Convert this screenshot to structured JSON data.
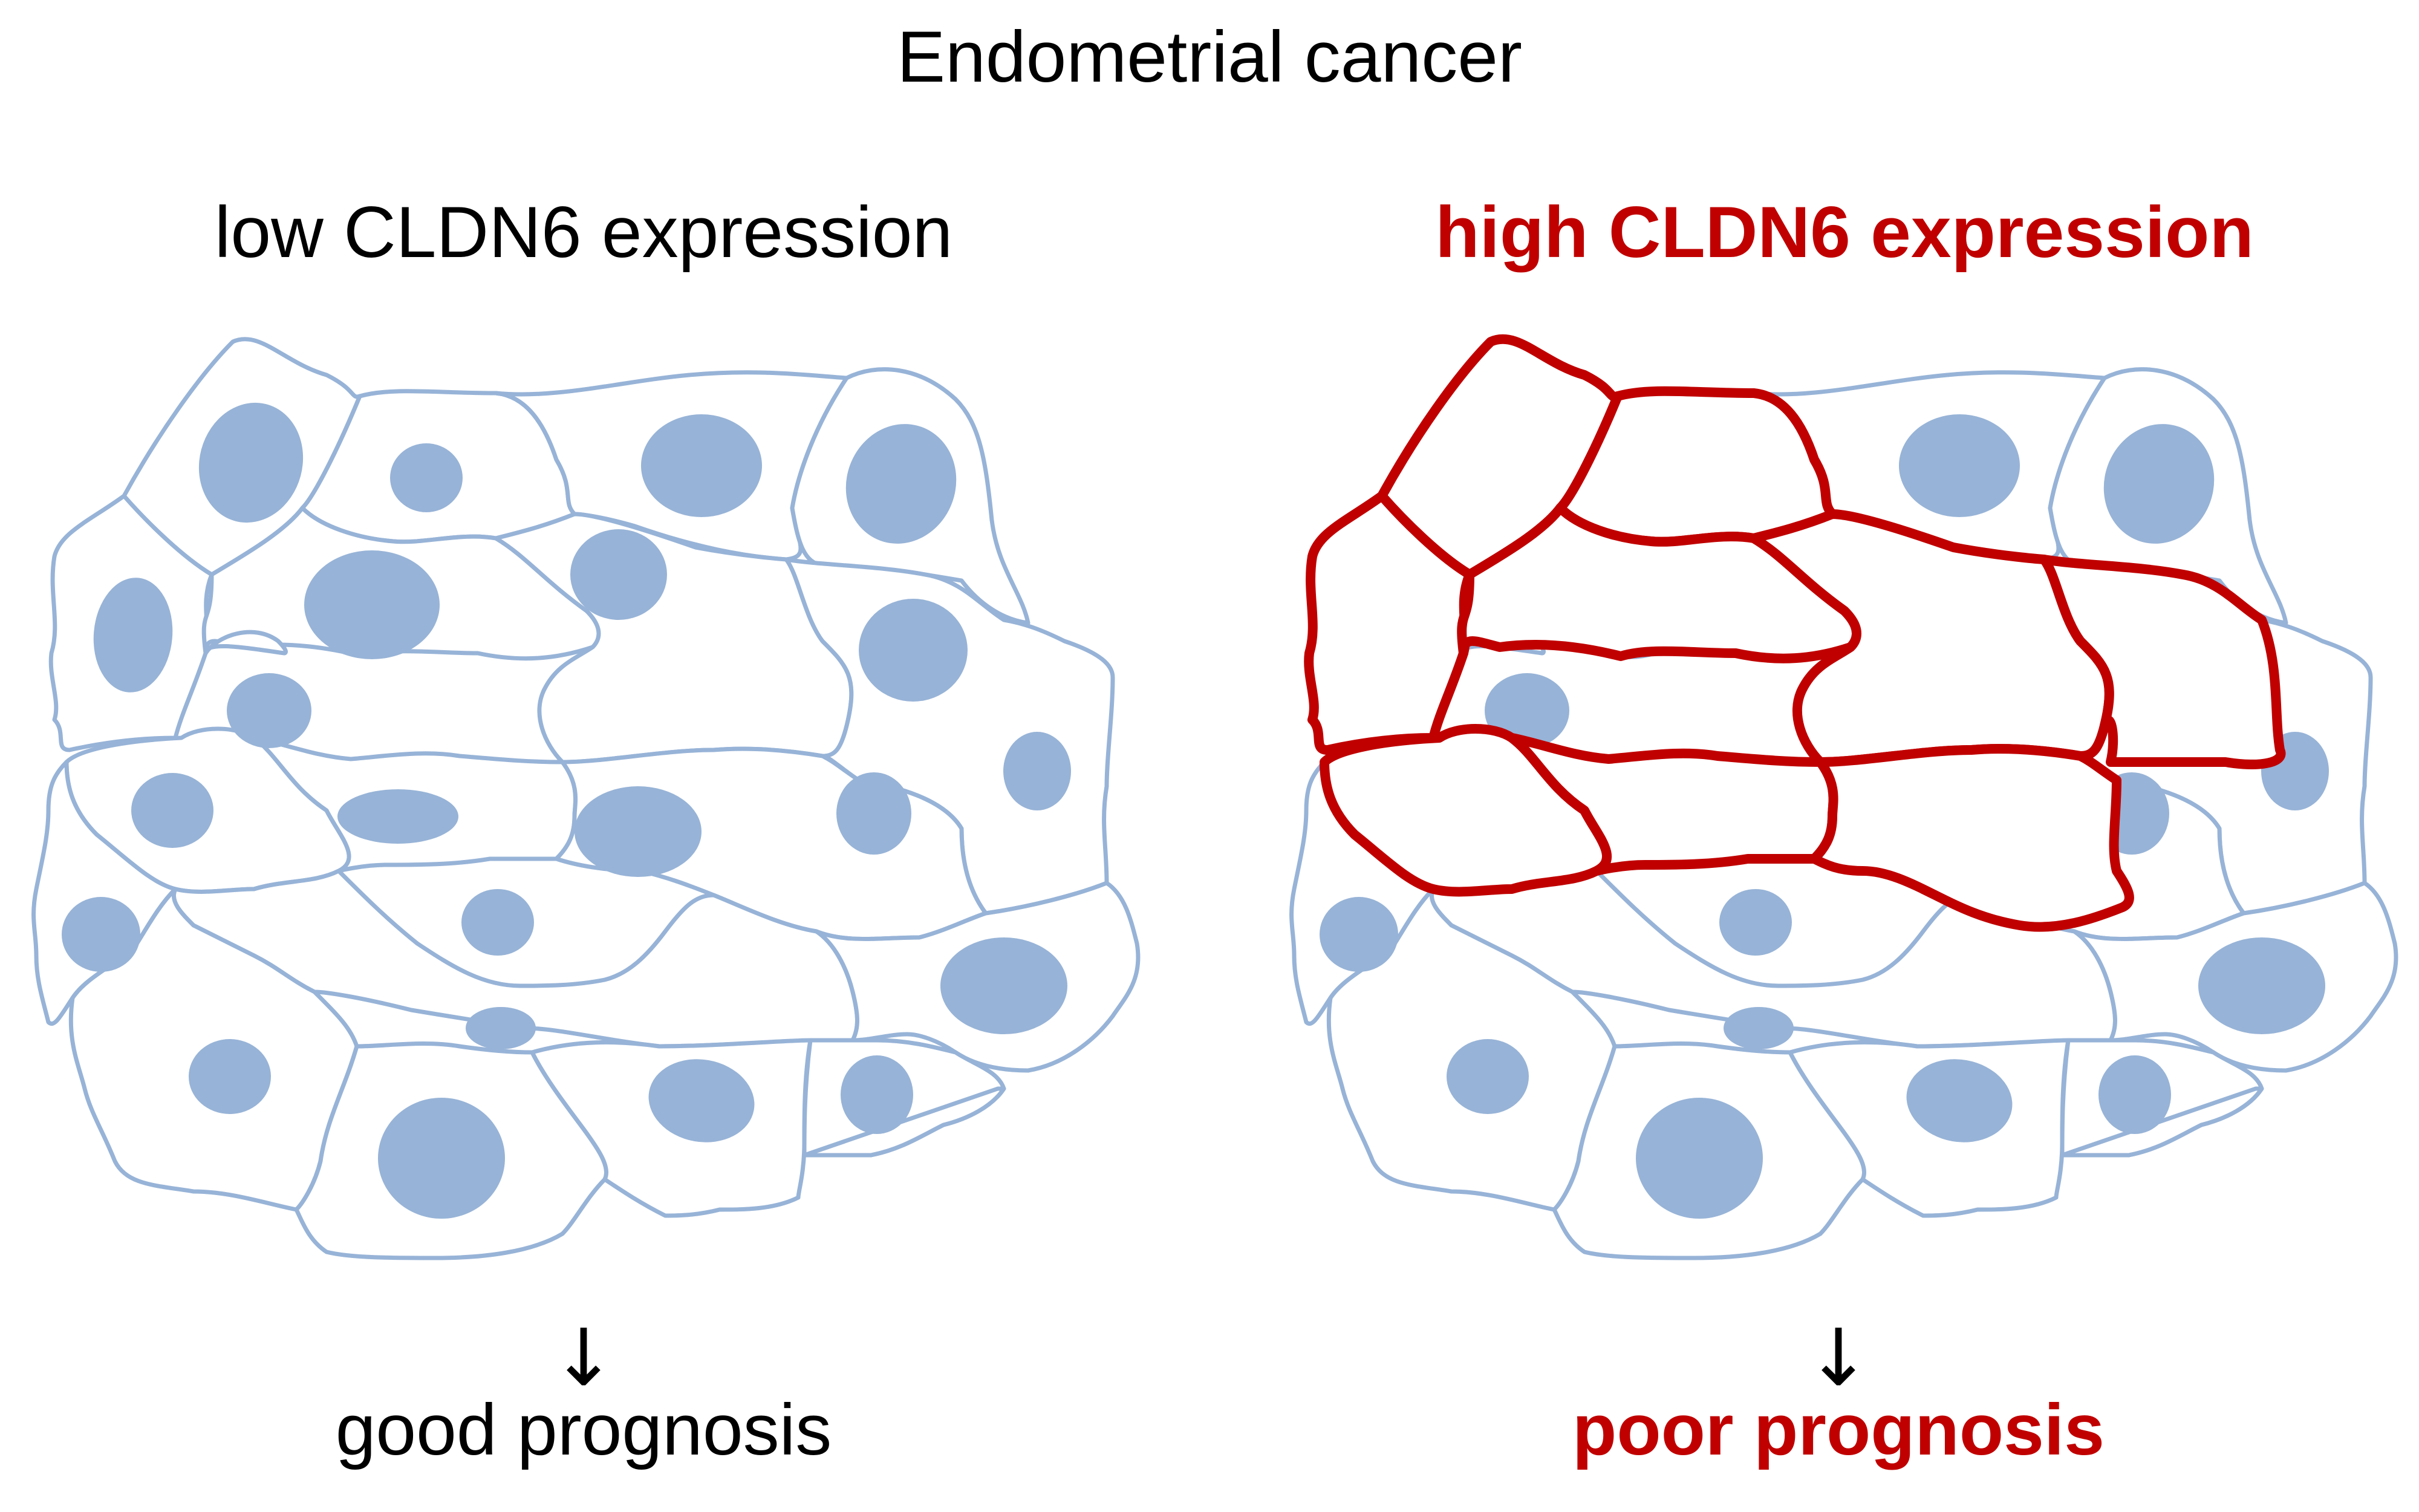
{
  "title": "Endometrial cancer",
  "colors": {
    "cell_outline": "#97b3d7",
    "nucleus": "#97b3d7",
    "highlight": "#c00000",
    "text": "#000000"
  },
  "panels": {
    "left": {
      "heading": "low CLDN6 expression",
      "arrow": "↓",
      "outcome": "good prognosis"
    },
    "right": {
      "heading": "high CLDN6 expression",
      "arrow": "↓",
      "outcome": "poor prognosis"
    }
  }
}
